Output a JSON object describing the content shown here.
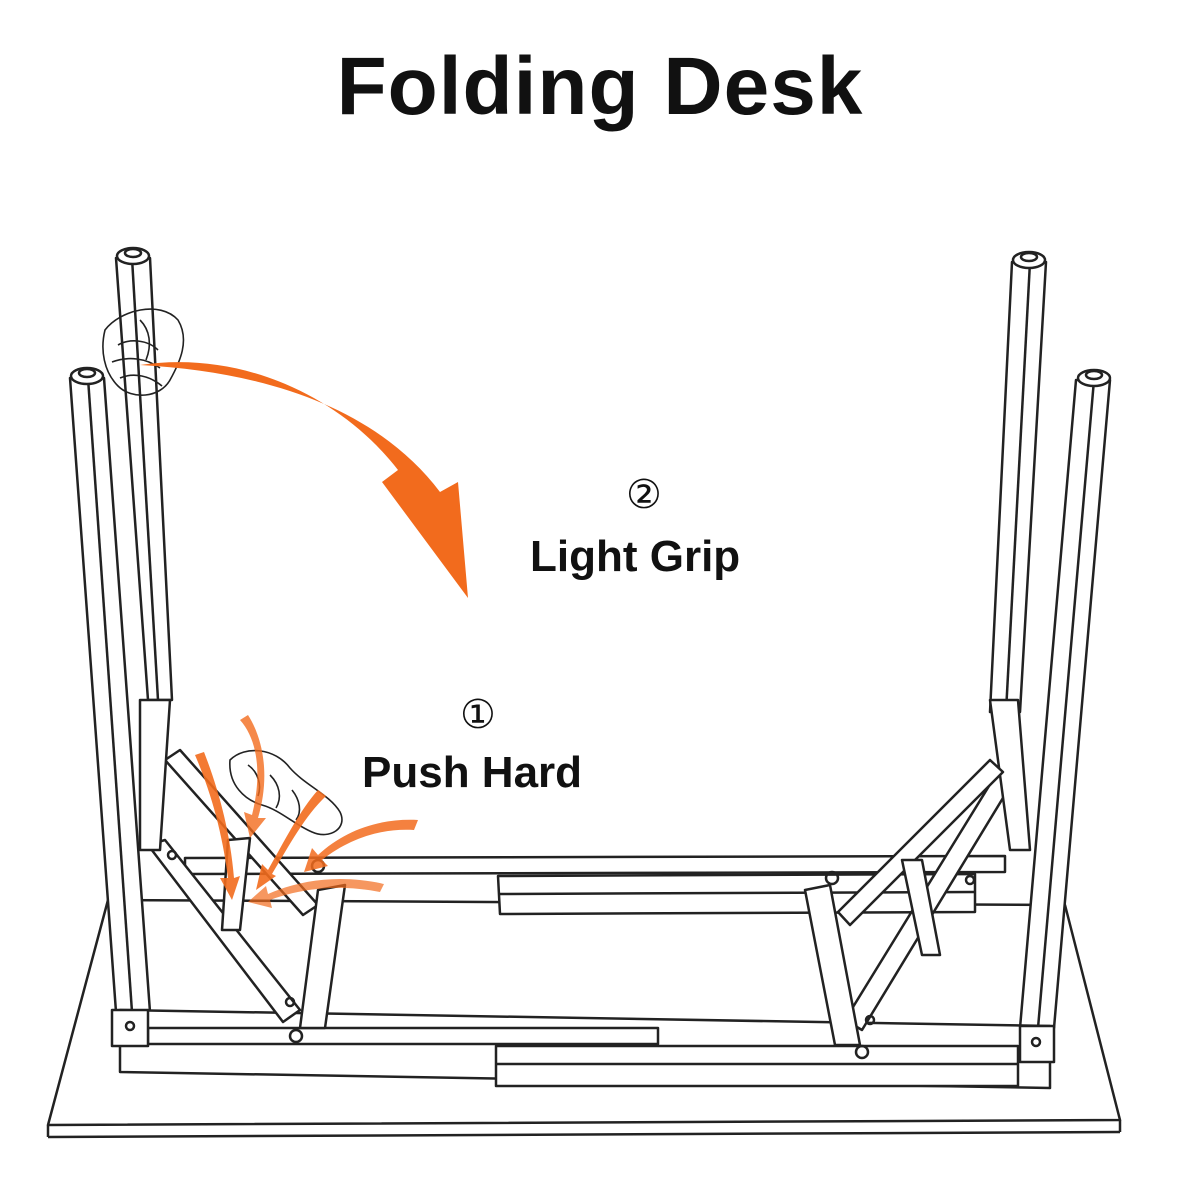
{
  "title": "Folding Desk",
  "steps": [
    {
      "number": "②",
      "label": "Light Grip"
    },
    {
      "number": "①",
      "label": "Push Hard"
    }
  ],
  "colors": {
    "arrow": "#f26b1d",
    "arrow_light": "#f79a5e",
    "line": "#222222",
    "background": "#ffffff"
  },
  "icons": [
    "curved-arrow-icon",
    "hand-grip-icon",
    "hand-push-icon",
    "push-arrow-icon"
  ]
}
